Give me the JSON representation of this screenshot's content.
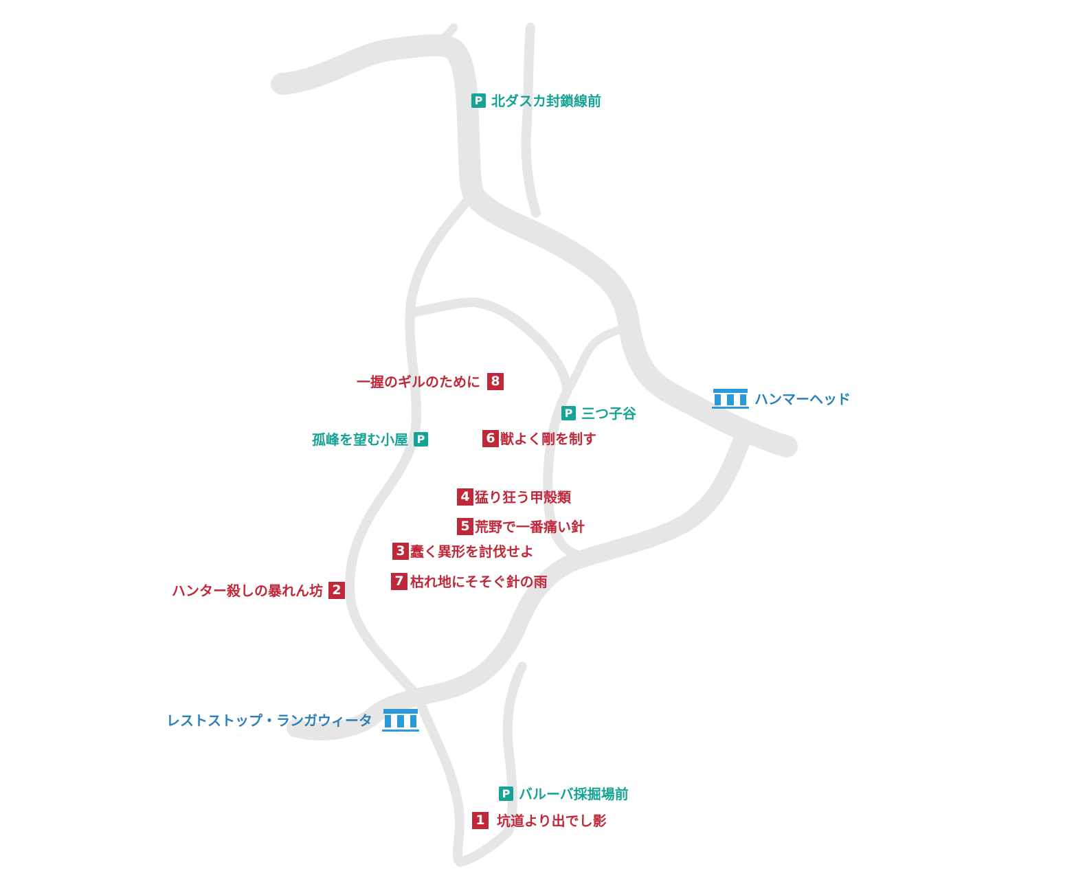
{
  "colors": {
    "road": "#e6e6e7",
    "fate": "#c0283a",
    "camp": "#14a394",
    "town": "#2a7fb8",
    "town_icon": "#2a9ad8"
  },
  "icons": {
    "camp": "parking-P-icon",
    "town": "aetheryte-building-icon"
  },
  "camps": [
    {
      "mark": "P",
      "name": "北ダスカ封鎖線前"
    },
    {
      "mark": "P",
      "name": "三つ子谷"
    },
    {
      "mark": "P",
      "name": "孤峰を望む小屋"
    },
    {
      "mark": "P",
      "name": "バルーバ採掘場前"
    }
  ],
  "towns": [
    {
      "name": "ハンマーヘッド"
    },
    {
      "name": "レストストップ・ランガウィータ"
    }
  ],
  "fates": [
    {
      "num": "1",
      "name": "坑道より出でし影"
    },
    {
      "num": "2",
      "name": "ハンター殺しの暴れん坊"
    },
    {
      "num": "3",
      "name": "蠢く異形を討伐せよ"
    },
    {
      "num": "4",
      "name": "猛り狂う甲殻類"
    },
    {
      "num": "5",
      "name": "荒野で一番痛い針"
    },
    {
      "num": "6",
      "name": "獣よく剛を制す"
    },
    {
      "num": "7",
      "name": "枯れ地にそそぐ針の雨"
    },
    {
      "num": "8",
      "name": "一握のギルのために"
    }
  ]
}
